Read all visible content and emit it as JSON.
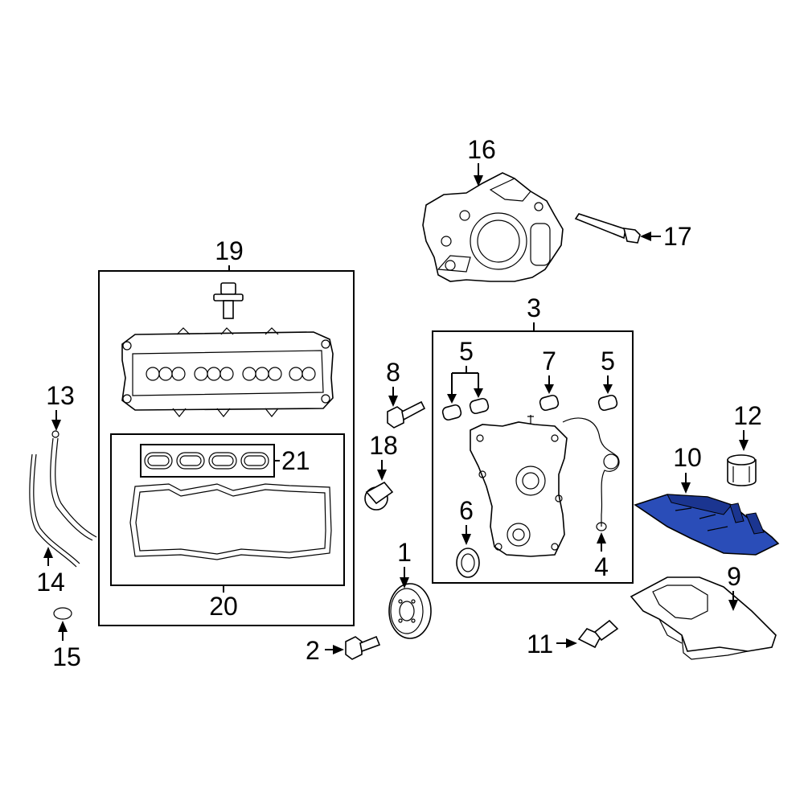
{
  "colors": {
    "highlight": "#2a4db8",
    "highlight_dark": "#1b3590",
    "ink": "#000000",
    "paper": "#ffffff"
  },
  "callouts": {
    "c1": "1",
    "c2": "2",
    "c3": "3",
    "c4": "4",
    "c5a": "5",
    "c5b": "5",
    "c6": "6",
    "c7": "7",
    "c8": "8",
    "c9": "9",
    "c10": "10",
    "c11": "11",
    "c12": "12",
    "c13": "13",
    "c14": "14",
    "c15": "15",
    "c16": "16",
    "c17": "17",
    "c18": "18",
    "c19": "19",
    "c20": "20",
    "c21": "21"
  }
}
